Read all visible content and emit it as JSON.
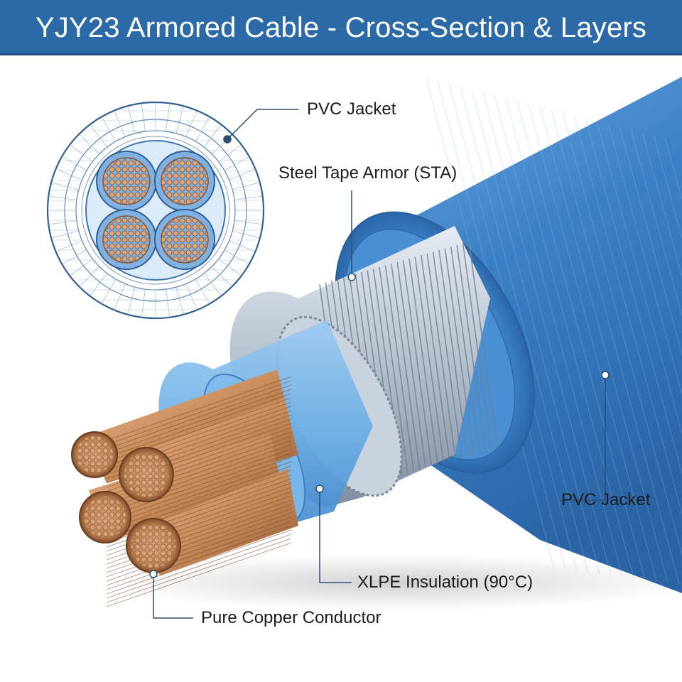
{
  "title": "YJY23 Armored Cable - Cross-Section & Layers",
  "labels": {
    "pvc_jacket_section": "PVC Jacket",
    "steel_tape_armor": "Steel Tape Armor (STA)",
    "pvc_jacket_side": "PVC Jacket",
    "xlpe_insulation": "XLPE Insulation (90°C)",
    "copper_conductor": "Pure Copper Conductor"
  },
  "colors": {
    "title_bar": "#2b6aa7",
    "jacket_blue": "#3f86cf",
    "insulation_blue": "#6aaee6",
    "armor_steel": "#b9c6d4",
    "copper": "#c98c5a",
    "callout_line": "#2d4f72"
  }
}
